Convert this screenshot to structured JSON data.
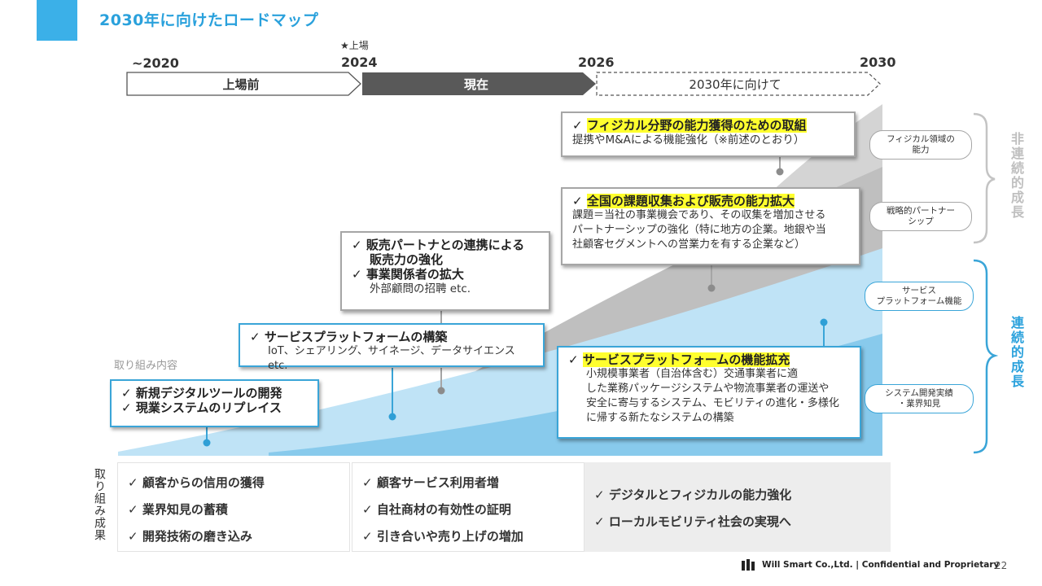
{
  "title": "2030年に向けたロードマップ",
  "timeline": {
    "star_note": "★上場",
    "years": [
      "~2020",
      "2024",
      "2026",
      "2030"
    ],
    "phases": [
      "上場前",
      "現在",
      "2030年に向けて"
    ]
  },
  "torikumi_label": "取り組み内容",
  "cards": {
    "physical": {
      "title": "フィジカル分野の能力獲得のための取組",
      "body": "提携やM&Aによる機能強化（※前述のとおり）"
    },
    "national": {
      "title": "全国の課題収集および販売の能力拡大",
      "body1": "課題＝当社の事業機会であり、その収集を増加させる",
      "body2": "パートナーシップの強化（特に地方の企業。地銀や当",
      "body3": "社顧客セグメントへの営業力を有する企業など）"
    },
    "sales": {
      "title1": "販売パートナとの連携による",
      "title1b": "販売力の強化",
      "title2": "事業関係者の拡大",
      "body": "外部顧問の招聘 etc."
    },
    "platform": {
      "title": "サービスプラットフォームの構築",
      "body": "IoT、シェアリング、サイネージ、データサイエンス etc."
    },
    "newtool": {
      "line1": "新規デジタルツールの開発",
      "line2": "現業システムのリプレイス"
    },
    "expand": {
      "title": "サービスプラットフォームの機能拡充",
      "body1": "小規模事業者（自治体含む）交通事業者に適",
      "body2": "した業務パッケージシステムや物流事業者の運送や",
      "body3": "安全に寄与するシステム、モビリティの進化・多様化",
      "body4": "に帰する新たなシステムの構築"
    }
  },
  "pills": {
    "physical_domain": "フィジカル領域の\n能力",
    "strategic_partner": "戦略的パートナー\nシップ",
    "service_platform": "サービス\nプラットフォーム機能",
    "system_dev": "システム開発実績\n・業界知見"
  },
  "growth": {
    "nonlinear": "非連続的成長",
    "linear": "連続的成長"
  },
  "results": {
    "label": "取り組み成果",
    "col1": [
      "顧客からの信用の獲得",
      "業界知見の蓄積",
      "開発技術の磨き込み"
    ],
    "col2": [
      "顧客サービス利用者増",
      "自社商材の有効性の証明",
      "引き合いや売り上げの増加"
    ],
    "col3": [
      "デジタルとフィジカルの能力強化",
      "ローカルモビリティ社会の実現へ"
    ]
  },
  "check": "✓",
  "footer": {
    "company": "Will Smart Co.,Ltd.  |  Confidential and Proprietary",
    "page": "22"
  },
  "colors": {
    "accent": "#3bb0e8",
    "dark_phase": "#595959",
    "highlight": "#ffff2e",
    "light_blue": "#a9d9f2",
    "mid_blue": "#7cc4ea",
    "gray_area": "#c8c8c8"
  }
}
